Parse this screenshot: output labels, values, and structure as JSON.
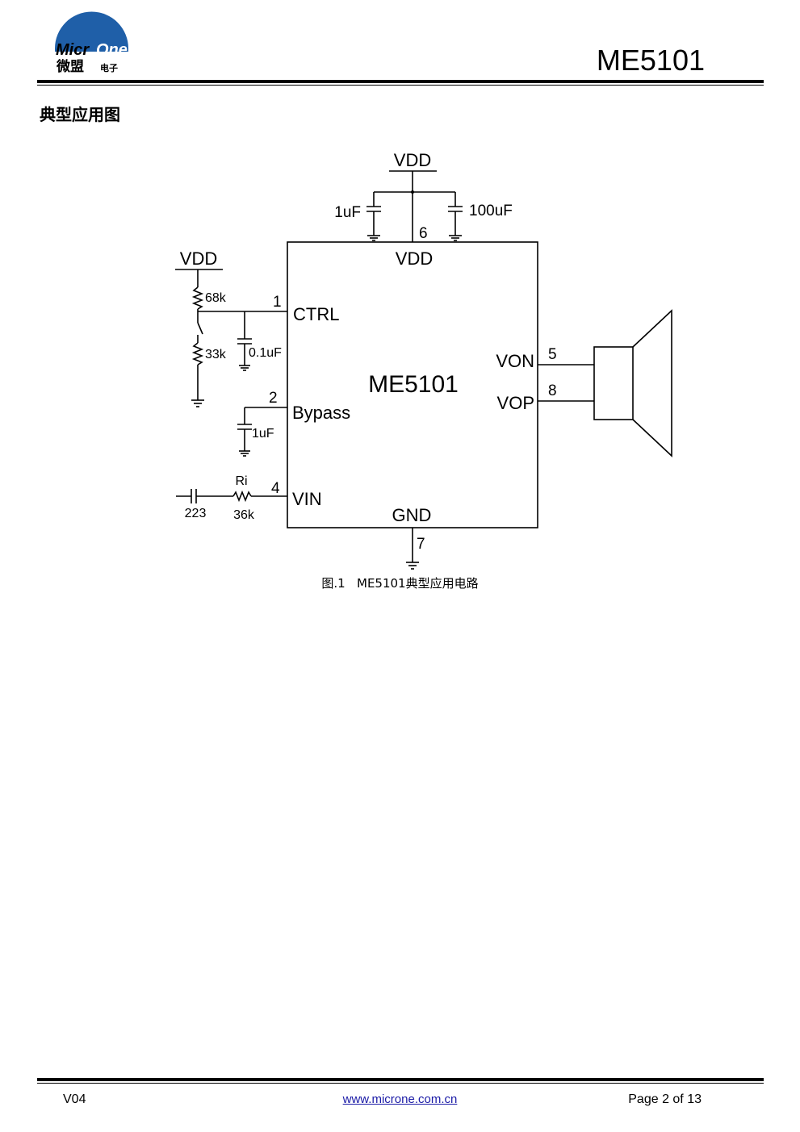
{
  "header": {
    "logo_text": "MicrOne",
    "logo_cn": "微盟",
    "logo_cn_small": "电子",
    "doc_title": "ME5101"
  },
  "section": {
    "heading": "典型应用图"
  },
  "schematic": {
    "chip_label": "ME5101",
    "pins": {
      "vdd": {
        "name": "VDD",
        "num": "6"
      },
      "ctrl": {
        "name": "CTRL",
        "num": "1"
      },
      "bypass": {
        "name": "Bypass",
        "num": "2"
      },
      "vin": {
        "name": "VIN",
        "num": "4"
      },
      "gnd": {
        "name": "GND",
        "num": "7"
      },
      "von": {
        "name": "VON",
        "num": "5"
      },
      "vop": {
        "name": "VOP",
        "num": "8"
      }
    },
    "rails": {
      "vdd_top": "VDD",
      "vdd_left": "VDD"
    },
    "components": {
      "c_top_left": "1uF",
      "c_top_right": "100uF",
      "r_top": "68k",
      "r_bottom": "33k",
      "c_ctrl": "0.1uF",
      "c_bypass": "1uF",
      "r_in_name": "Ri",
      "r_in_value": "36k",
      "c_in": "223"
    }
  },
  "caption": {
    "label": "图.1",
    "text": "ME5101典型应用电路"
  },
  "footer": {
    "version": "V04",
    "url": "www.microne.com.cn",
    "page": "Page 2 of 13"
  },
  "colors": {
    "logo_blue": "#1f5fa8",
    "link": "#1a1aa6"
  }
}
